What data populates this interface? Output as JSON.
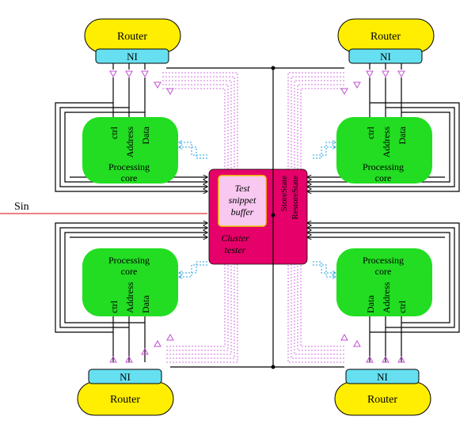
{
  "routers": [
    "Router",
    "Router",
    "Router",
    "Router"
  ],
  "ni_label": "NI",
  "signals": {
    "ctrl": "ctrl",
    "address": "Address",
    "data": "Data"
  },
  "core": {
    "line1": "Processing",
    "line2": "core"
  },
  "buffer": {
    "line1": "Test",
    "line2": "snippet",
    "line3": "buffer"
  },
  "cluster_tester": {
    "line1": "Cluster",
    "line2": "tester"
  },
  "state": {
    "store": "StoreState",
    "restore": "RestoreState"
  },
  "sin": "Sin",
  "colors": {
    "router": "#ffee00",
    "ni": "#66e0f0",
    "core": "#22dd22",
    "tester": "#e5006a",
    "buffer": "#f8c8f0",
    "sin_line": "#e53030",
    "dotted_magenta": "#d070e0",
    "dotted_cyan": "#1ca0e0"
  }
}
